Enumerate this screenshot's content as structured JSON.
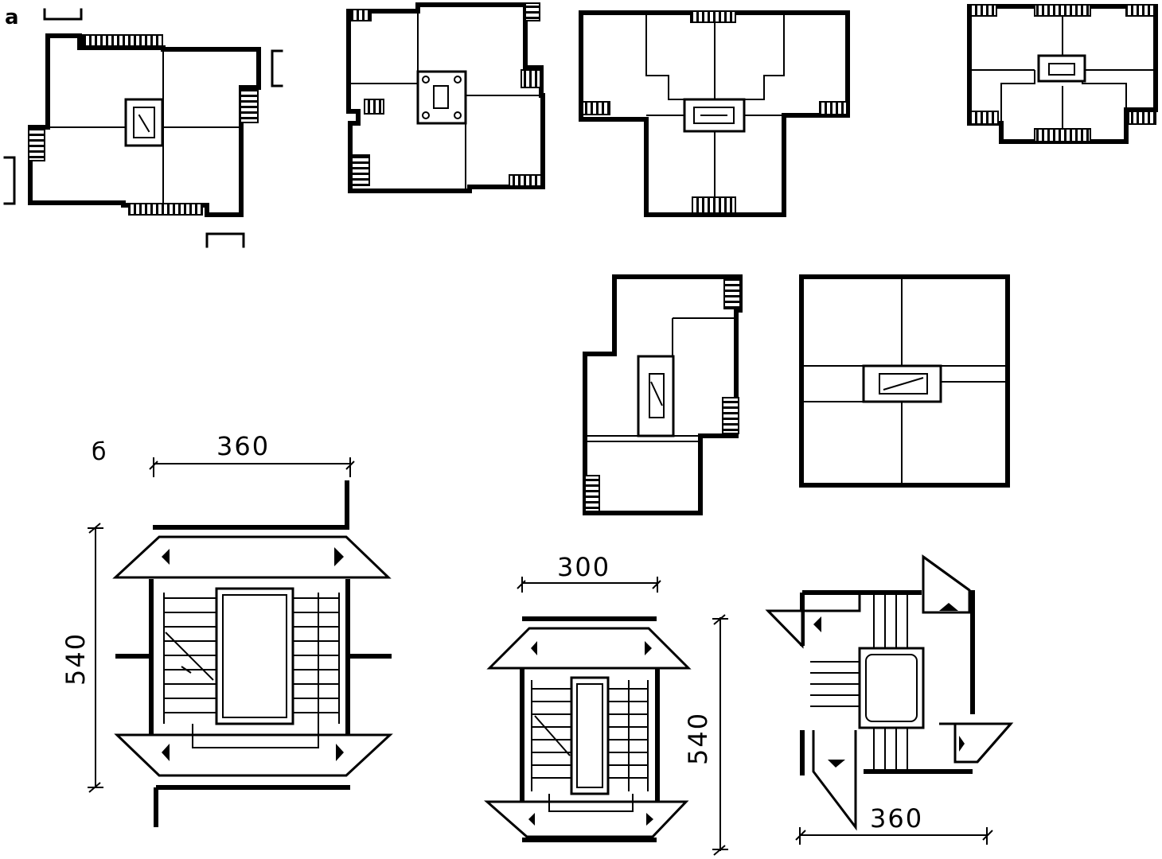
{
  "labels": {
    "panel_a": "а",
    "panel_b": "б"
  },
  "dimensions": {
    "stair1_width": "360",
    "stair1_height": "540",
    "stair2_width": "300",
    "stair2_height": "540",
    "stair3_width": "360"
  },
  "colors": {
    "ink": "#000000",
    "paper": "#ffffff"
  }
}
